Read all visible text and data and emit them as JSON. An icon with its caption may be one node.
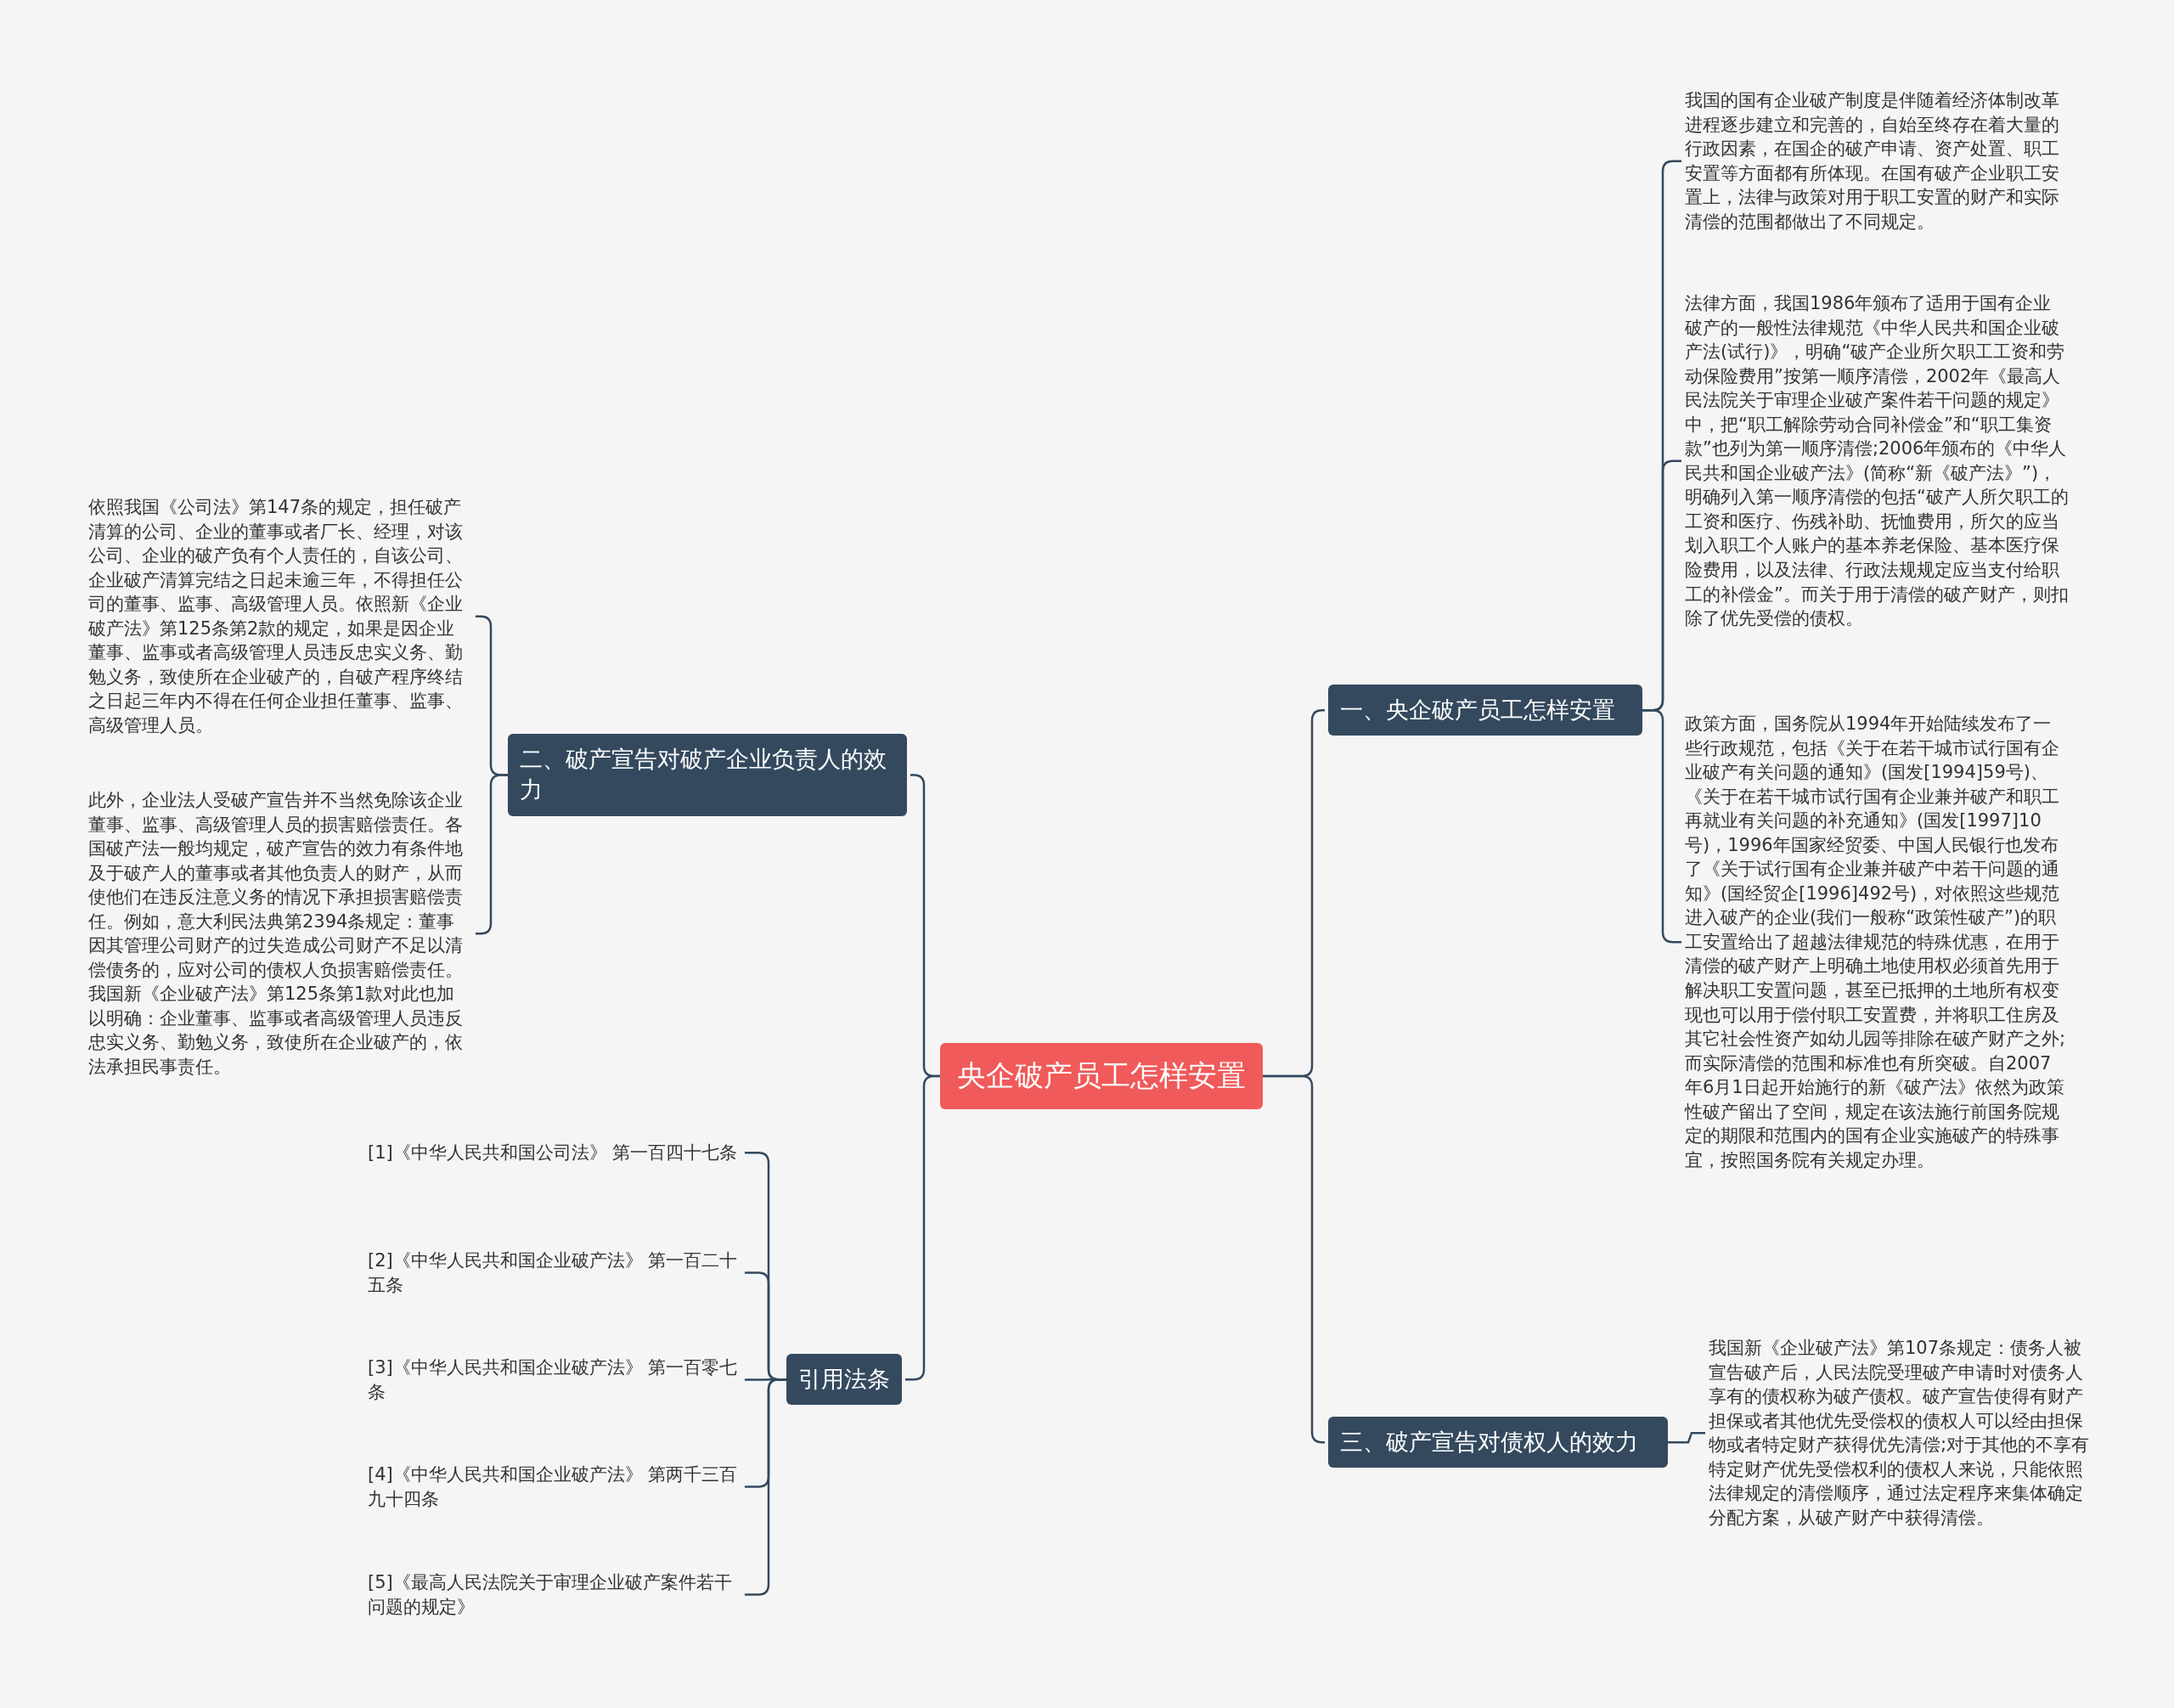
{
  "diagram": {
    "nodes": [
      {
        "text": [
          "央企破产员工怎样安置"
        ]
      },
      {
        "text": [
          "一、央企破产员工怎样安置"
        ]
      },
      {
        "text": [
          "我国的国有企业破产制度是伴随着经济体制改革进程逐步建立和完善的，自始至终存在着大量的行政因素，在国企的破产申请、资产处置、职工安置等方面都有所体现。在国有破产企业职工安置上，法律与政策对用于职工安置的财产和实际清偿的范围都做出了不同规定。"
        ]
      },
      {
        "text": [
          "法律方面，我国1986年颁布了适用于国有企业破产的一般性法律规范《中华人民共和国企业破产法(试行)》，明确“破产企业所欠职工工资和劳动保险费用”按第一顺序清偿，2002年《最高人民法院关于审理企业破产案件若干问题的规定》中，把“职工解除劳动合同补偿金”和“职工集资款”也列为第一顺序清偿;2006年颁布的《中华人民共和国企业破产法》(简称“新《破产法》”)，明确列入第一顺序清偿的包括“破产人所欠职工的工资和医疗、伤残补助、抚恤费用，所欠的应当划入职工个人账户的基本养老保险、基本医疗保险费用，以及法律、行政法规规定应当支付给职工的补偿金”。而关于用于清偿的破产财产，则扣除了优先受偿的债权。"
        ]
      },
      {
        "text": [
          "政策方面，国务院从1994年开始陆续发布了一些行政规范，包括《关于在若干城市试行国有企业破产有关问题的通知》(国发[1994]59号)、《关于在若干城市试行国有企业兼并破产和职工再就业有关问题的补充通知》(国发[1997]10号)，1996年国家经贸委、中国人民银行也发布了《关于试行国有企业兼并破产中若干问题的通知》(国经贸企[1996]492号)，对依照这些规范进入破产的企业(我们一般称“政策性破产”)的职工安置给出了超越法律规范的特殊优惠，在用于清偿的破产财产上明确土地使用权必须首先用于解决职工安置问题，甚至已抵押的土地所有权变现也可以用于偿付职工安置费，并将职工住房及其它社会性资产如幼儿园等排除在破产财产之外;而实际清偿的范围和标准也有所突破。自2007年6月1日起开始施行的新《破产法》依然为政策性破产留出了空间，规定在该法施行前国务院规定的期限和范围内的国有企业实施破产的特殊事宜，按照国务院有关规定办理。"
        ]
      },
      {
        "text": [
          "三、破产宣告对债权人的效力"
        ]
      },
      {
        "text": [
          "我国新《企业破产法》第107条规定：债务人被宣告破产后，人民法院受理破产申请时对债务人享有的债权称为破产债权。破产宣告使得有财产担保或者其他优先受偿权的债权人可以经由担保物或者特定财产获得优先清偿;对于其他的不享有特定财产优先受偿权利的债权人来说，只能依照法律规定的清偿顺序，通过法定程序来集体确定分配方案，从破产财产中获得清偿。"
        ]
      },
      {
        "text": [
          "二、破产宣告对破产企业负责人的效力"
        ]
      },
      {
        "text": [
          "依照我国《公司法》第147条的规定，担任破产清算的公司、企业的董事或者厂长、经理，对该公司、企业的破产负有个人责任的，自该公司、企业破产清算完结之日起未逾三年，不得担任公司的董事、监事、高级管理人员。依照新《企业破产法》第125条第2款的规定，如果是因企业董事、监事或者高级管理人员违反忠实义务、勤勉义务，致使所在企业破产的，自破产程序终结之日起三年内不得在任何企业担任董事、监事、高级管理人员。"
        ]
      },
      {
        "text": [
          "此外，企业法人受破产宣告并不当然免除该企业董事、监事、高级管理人员的损害赔偿责任。各国破产法一般均规定，破产宣告的效力有条件地及于破产人的董事或者其他负责人的财产，从而使他们在违反注意义务的情况下承担损害赔偿责任。例如，意大利民法典第2394条规定：董事因其管理公司财产的过失造成公司财产不足以清偿债务的，应对公司的债权人负损害赔偿责任。我国新《企业破产法》第125条第1款对此也加以明确：企业董事、监事或者高级管理人员违反忠实义务、勤勉义务，致使所在企业破产的，依法承担民事责任。"
        ]
      },
      {
        "text": [
          "引用法条"
        ]
      },
      {
        "text": [
          "[1]《中华人民共和国公司法》 第一百四十七条"
        ]
      },
      {
        "text": [
          "[2]《中华人民共和国企业破产法》 第一百二十五条"
        ]
      },
      {
        "text": [
          "[3]《中华人民共和国企业破产法》 第一百零七条"
        ]
      },
      {
        "text": [
          "[4]《中华人民共和国企业破产法》 第两千三百九十四条"
        ]
      },
      {
        "text": [
          "[5]《最高人民法院关于审理企业破产案件若干问题的规定》"
        ]
      }
    ],
    "edges": [
      {
        "from": 0,
        "to": 1,
        "arrow": "none"
      },
      {
        "from": 1,
        "to": 2,
        "arrow": "none"
      },
      {
        "from": 1,
        "to": 3,
        "arrow": "none"
      },
      {
        "from": 1,
        "to": 4,
        "arrow": "none"
      },
      {
        "from": 0,
        "to": 5,
        "arrow": "none"
      },
      {
        "from": 5,
        "to": 6,
        "arrow": "none"
      },
      {
        "from": 0,
        "to": 7,
        "arrow": "none"
      },
      {
        "from": 7,
        "to": 8,
        "arrow": "none"
      },
      {
        "from": 7,
        "to": 9,
        "arrow": "none"
      },
      {
        "from": 0,
        "to": 10,
        "arrow": "none"
      },
      {
        "from": 10,
        "to": 11,
        "arrow": "none"
      },
      {
        "from": 10,
        "to": 12,
        "arrow": "none"
      },
      {
        "from": 10,
        "to": 13,
        "arrow": "none"
      },
      {
        "from": 10,
        "to": 14,
        "arrow": "none"
      },
      {
        "from": 10,
        "to": 15,
        "arrow": "none"
      }
    ]
  }
}
